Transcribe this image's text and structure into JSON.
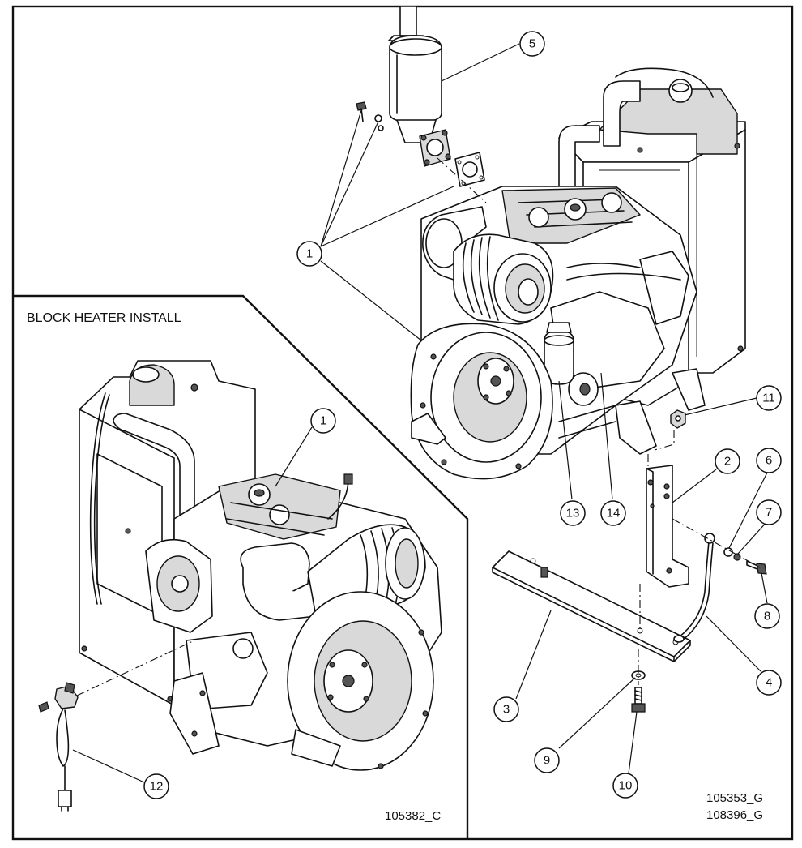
{
  "inset_title": "BLOCK HEATER INSTALL",
  "drawing_numbers": {
    "inset": "105382_C",
    "main_line1": "105353_G",
    "main_line2": "108396_G"
  },
  "callouts": {
    "c1_main": "1",
    "c2": "2",
    "c3": "3",
    "c4": "4",
    "c5": "5",
    "c6": "6",
    "c7": "7",
    "c8": "8",
    "c9": "9",
    "c10": "10",
    "c11": "11",
    "c12": "12",
    "c13": "13",
    "c14": "14",
    "c1_inset": "1"
  },
  "colors": {
    "ink": "#111111",
    "paper": "#ffffff",
    "shade": "#d9d9d9"
  }
}
